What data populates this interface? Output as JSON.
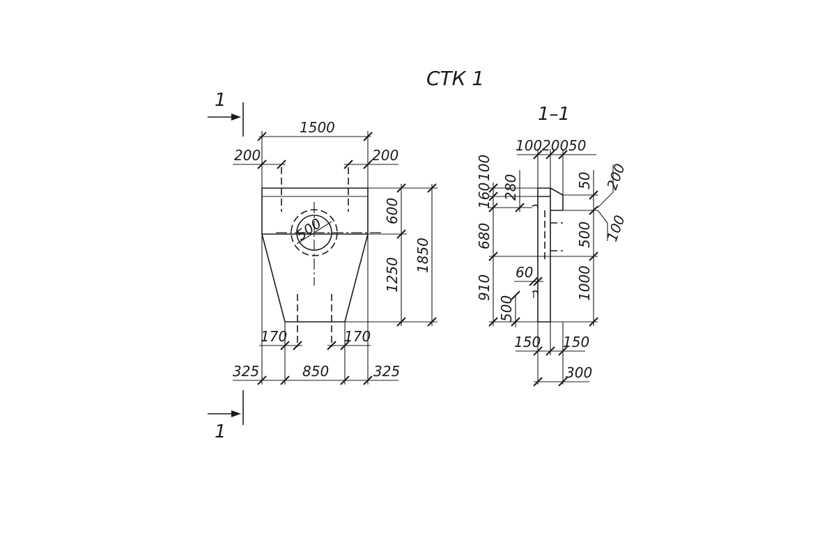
{
  "title": "СТК 1",
  "section": {
    "cut_label_top": "1",
    "cut_label_bottom": "1",
    "view_label": "1–1"
  },
  "front_view": {
    "width_total": "1500",
    "top_left_offset": "200",
    "top_right_offset": "200",
    "hole_diameter": "500",
    "upper_height": "600",
    "lower_height": "1250",
    "total_height": "1850",
    "bottom_left_inset": "170",
    "bottom_right_inset": "170",
    "bottom_left_margin": "325",
    "bottom_width": "850",
    "bottom_right_margin": "325"
  },
  "side_view": {
    "top_dim_1": "100",
    "top_dim_2": "200",
    "top_dim_3": "50",
    "left_dim_100": "100",
    "left_dim_280": "280",
    "left_dim_160": "160",
    "left_dim_680": "680",
    "left_dim_910": "910",
    "left_dim_60": "60",
    "left_dim_500": "500",
    "right_dim_50": "50",
    "right_dim_200": "200",
    "right_dim_500": "500",
    "right_dim_100": "100",
    "right_dim_1000": "1000",
    "bottom_dim_150_left": "150",
    "bottom_dim_150_right": "150",
    "bottom_dim_300": "300"
  }
}
